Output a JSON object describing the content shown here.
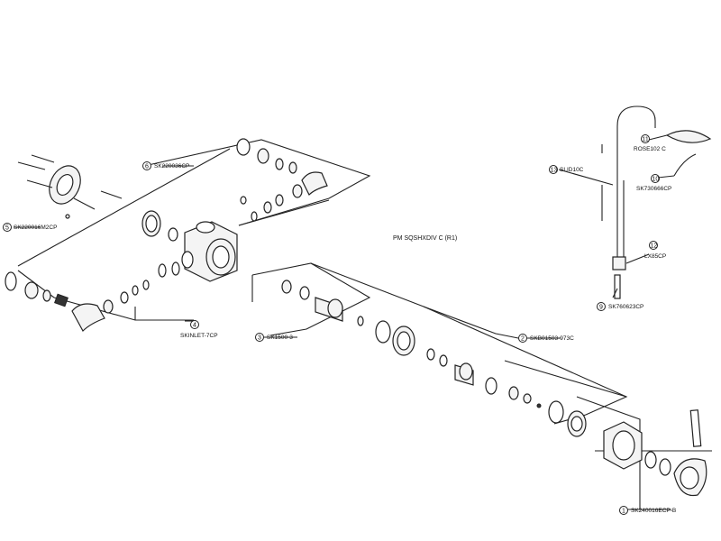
{
  "drawing_reference": "PM SQSHXDIV C (R1)",
  "callouts": [
    {
      "number": "1",
      "code": "SK240016ECP-B"
    },
    {
      "number": "2",
      "code": "SKB01503-973C"
    },
    {
      "number": "3",
      "code": "SK1500-3"
    },
    {
      "number": "4",
      "code": "SKINLET-7CP"
    },
    {
      "number": "5",
      "code": "SK220016M2CP"
    },
    {
      "number": "6",
      "code": "SK220036CP"
    },
    {
      "number": "9",
      "code": "SK760623CP"
    },
    {
      "number": "10",
      "code": "SK730666CP"
    },
    {
      "number": "11",
      "code": "ROSE102 C"
    },
    {
      "number": "12",
      "code": "LX85CP"
    },
    {
      "number": "13",
      "code": "SLID10C"
    }
  ]
}
